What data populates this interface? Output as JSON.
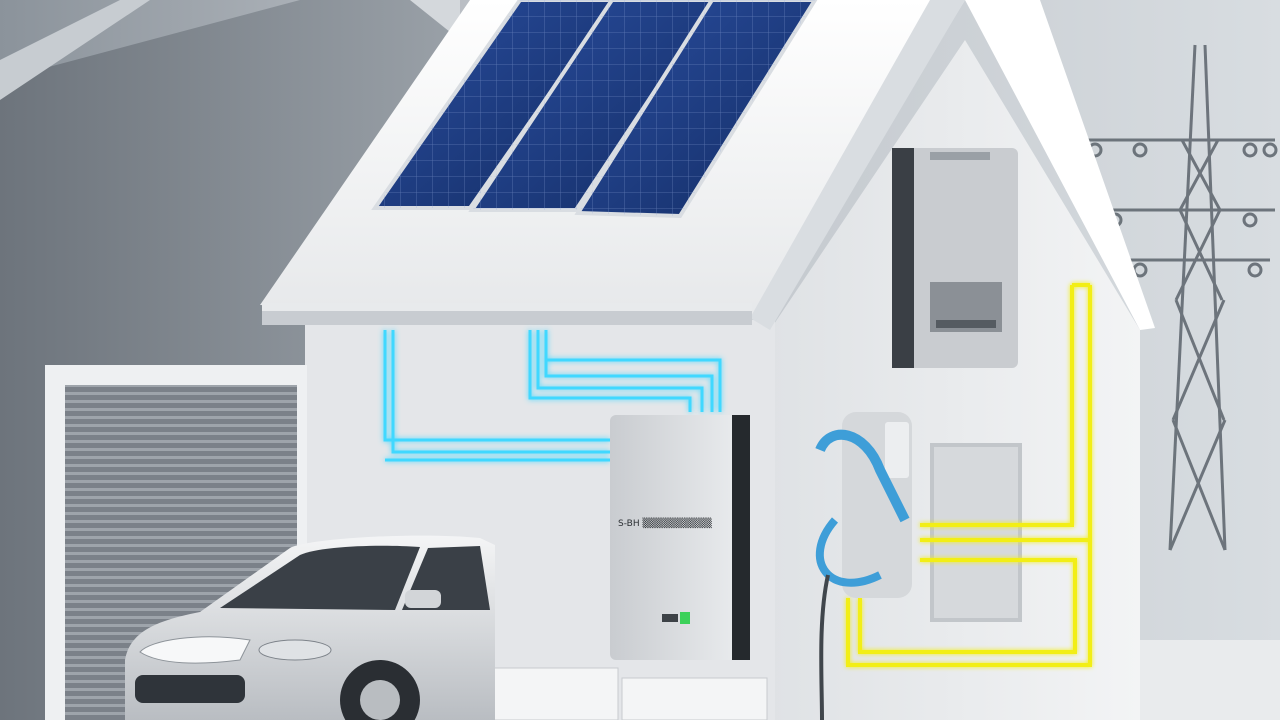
{
  "scene": {
    "battery_label": "S-BH ▒▒▒▒▒▒▒▒▒▒",
    "colors": {
      "sky": "#c3c9cf",
      "house_wall": "#eef0f2",
      "roof": "#f7f8f9",
      "solar_panel": "#1d3f86",
      "dc_wiring": "#3fd8ff",
      "ac_wiring": "#f2ee12",
      "battery_indicator": "#3cd15a"
    },
    "icons": [
      "solar-panel",
      "inverter",
      "home-battery",
      "ev-charger",
      "electric-car",
      "power-pylon",
      "garage-door"
    ]
  }
}
